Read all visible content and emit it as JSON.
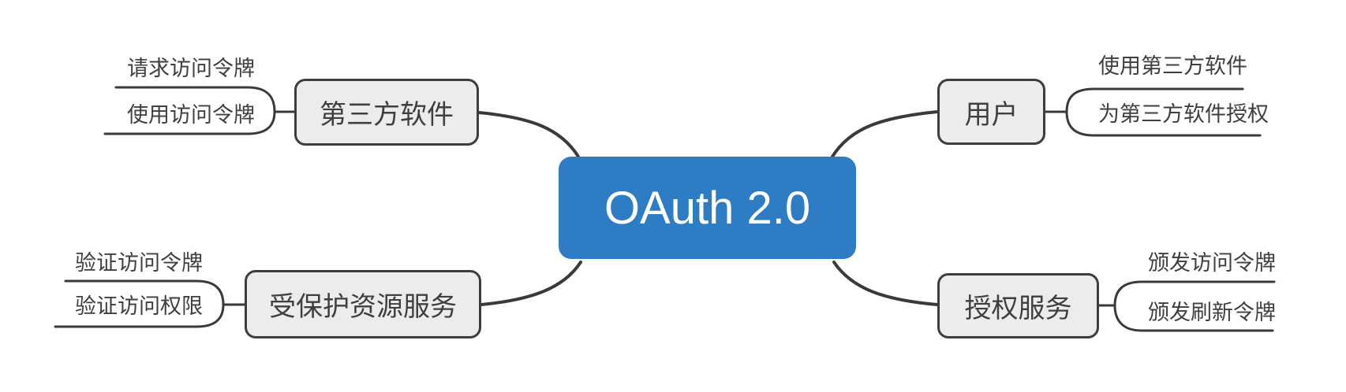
{
  "center": {
    "label": "OAuth 2.0"
  },
  "branches": [
    {
      "label": "第三方软件",
      "children": [
        {
          "label": "请求访问令牌"
        },
        {
          "label": "使用访问令牌"
        }
      ]
    },
    {
      "label": "用户",
      "children": [
        {
          "label": "使用第三方软件"
        },
        {
          "label": "为第三方软件授权"
        }
      ]
    },
    {
      "label": "受保护资源服务",
      "children": [
        {
          "label": "验证访问令牌"
        },
        {
          "label": "验证访问权限"
        }
      ]
    },
    {
      "label": "授权服务",
      "children": [
        {
          "label": "颁发访问令牌"
        },
        {
          "label": "颁发刷新令牌"
        }
      ]
    }
  ],
  "colors": {
    "center_bg": "#2e7cc4",
    "center_text": "#ffffff",
    "node_bg": "#ececec",
    "node_border": "#3d3d3d",
    "line": "#3a3a3a",
    "text": "#3f3f3f"
  }
}
